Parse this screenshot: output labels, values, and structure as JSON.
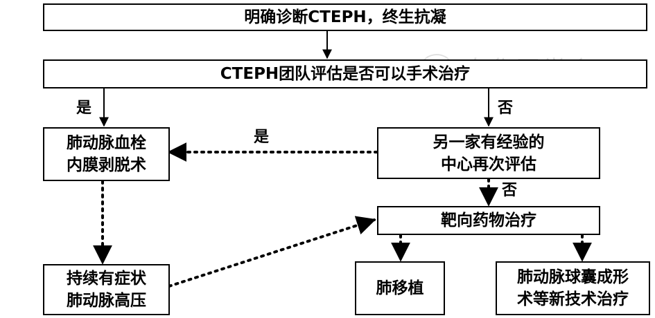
{
  "nodes": {
    "diagnosis": "明确诊断CTEPH，终生抗凝",
    "team_eval": "CTEPH团队评估是否可以手术治疗",
    "pea": [
      "肺动脉血栓",
      "内膜剥脱术"
    ],
    "second_center": [
      "另一家有经验的",
      "中心再次评估"
    ],
    "targeted_therapy": "靶向药物治疗",
    "persistent_ph": [
      "持续有症状",
      "肺动脉高压"
    ],
    "lung_transplant": "肺移植",
    "bpa": [
      "肺动脉球囊成形",
      "术等新技术治疗"
    ]
  },
  "edge_labels": {
    "yes_left": "是",
    "no_right": "否",
    "yes_dotted": "是",
    "no_dotted": "否"
  },
  "watermark": {
    "text": "中华医学会"
  },
  "colors": {
    "line": "#000000",
    "box_border": "#000000",
    "watermark": "#dcdcdc"
  }
}
